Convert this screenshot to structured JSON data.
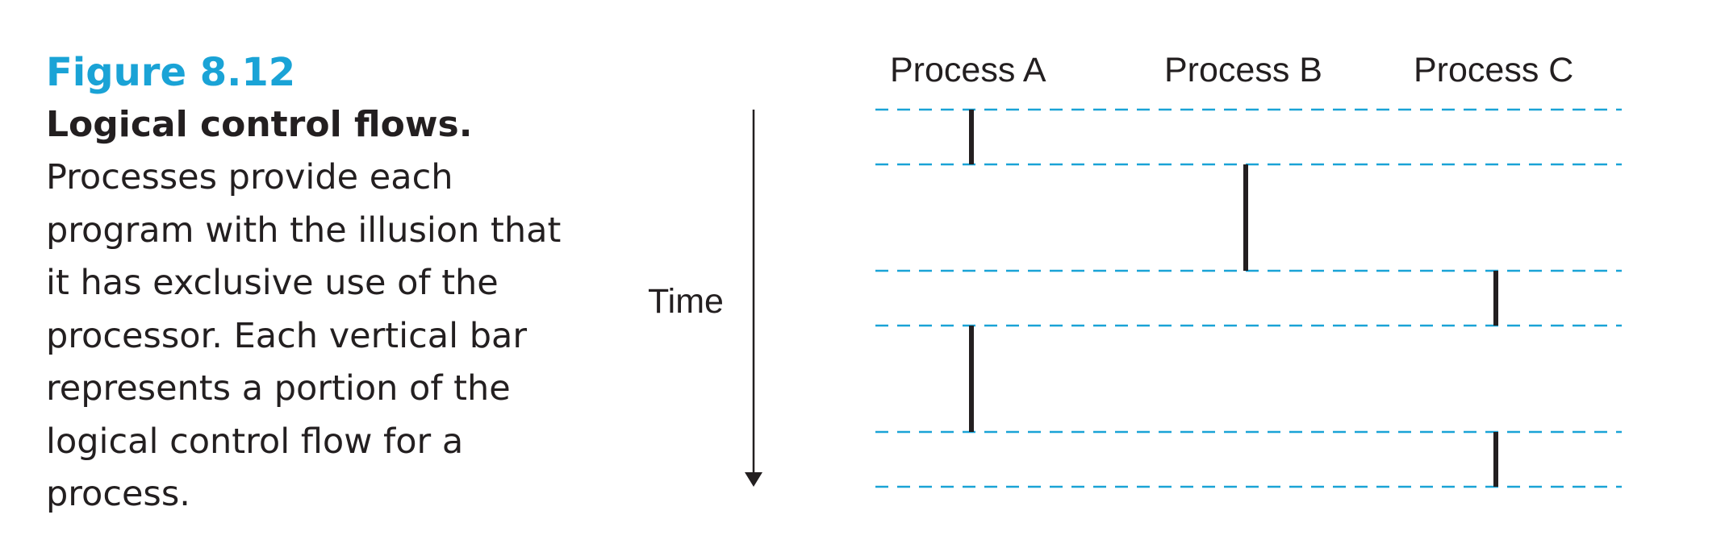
{
  "caption": {
    "figure_number": "Figure 8.12",
    "title": "Logical control flows.",
    "body": "Processes provide each program with the illusion that it has exclusive use of the processor. Each vertical bar represents a portion of the logical control flow for a process."
  },
  "diagram": {
    "time_label": "Time",
    "processes": [
      "Process A",
      "Process B",
      "Process C"
    ],
    "time_levels": 6,
    "flow_segments": [
      {
        "process": 0,
        "from": 0,
        "to": 1
      },
      {
        "process": 1,
        "from": 1,
        "to": 2
      },
      {
        "process": 2,
        "from": 2,
        "to": 3
      },
      {
        "process": 0,
        "from": 3,
        "to": 4
      },
      {
        "process": 2,
        "from": 4,
        "to": 5
      }
    ],
    "colors": {
      "dash": "#1aa3d6",
      "bar": "#231f20",
      "arrow": "#231f20",
      "figure_number": "#1aa3d6"
    }
  }
}
